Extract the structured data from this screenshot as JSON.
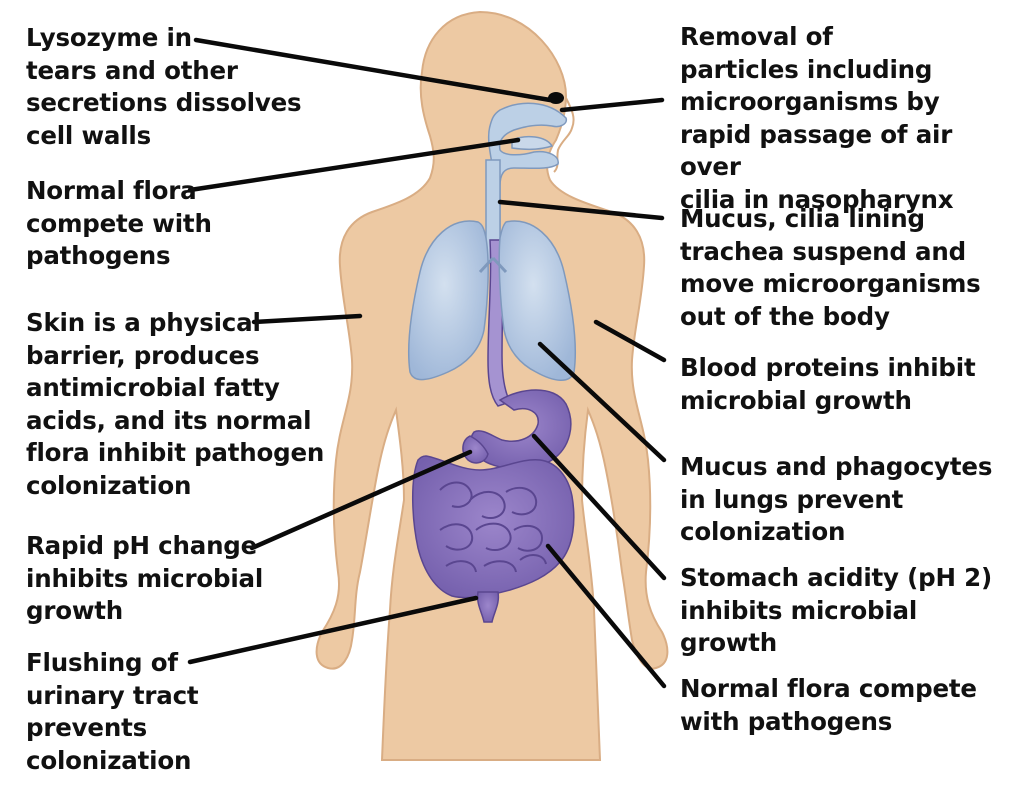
{
  "diagram": {
    "colors": {
      "skin": "#edc9a3",
      "skin_outline": "#d9ad84",
      "airway": "#bcd0e6",
      "airway_outline": "#7f99bd",
      "gut": "#8a72bb",
      "gut_outline": "#5a4690",
      "leader": "#0a0a0a"
    },
    "labels": [
      {
        "id": "lysozyme",
        "side": "left",
        "text": "Lysozyme in\ntears and other\nsecretions dissolves\ncell walls"
      },
      {
        "id": "normal-flora-mouth",
        "side": "left",
        "text": "Normal flora\ncompete with\npathogens"
      },
      {
        "id": "skin-barrier",
        "side": "left",
        "text": "Skin is a physical\nbarrier, produces\nantimicrobial fatty\nacids, and its normal\nflora inhibit pathogen\ncolonization"
      },
      {
        "id": "rapid-ph",
        "side": "left",
        "text": "Rapid pH change\ninhibits microbial\ngrowth"
      },
      {
        "id": "urinary-flushing",
        "side": "left",
        "text": "Flushing of\nurinary tract\nprevents\ncolonization"
      },
      {
        "id": "particle-removal",
        "side": "right",
        "text": "Removal of\nparticles including\nmicroorganisms  by\nrapid passage of air over\ncilia in nasopharynx"
      },
      {
        "id": "trachea-mucus",
        "side": "right",
        "text": "Mucus, cilia lining\ntrachea suspend and\nmove microorganisms\nout of the body"
      },
      {
        "id": "blood-proteins",
        "side": "right",
        "text": "Blood proteins inhibit\nmicrobial growth"
      },
      {
        "id": "lung-mucus",
        "side": "right",
        "text": "Mucus and phagocytes\nin lungs prevent\ncolonization"
      },
      {
        "id": "stomach-acidity",
        "side": "right",
        "text": "Stomach acidity (pH 2)\ninhibits microbial\ngrowth"
      },
      {
        "id": "normal-flora-gut",
        "side": "right",
        "text": "Normal flora compete\nwith pathogens"
      }
    ]
  }
}
